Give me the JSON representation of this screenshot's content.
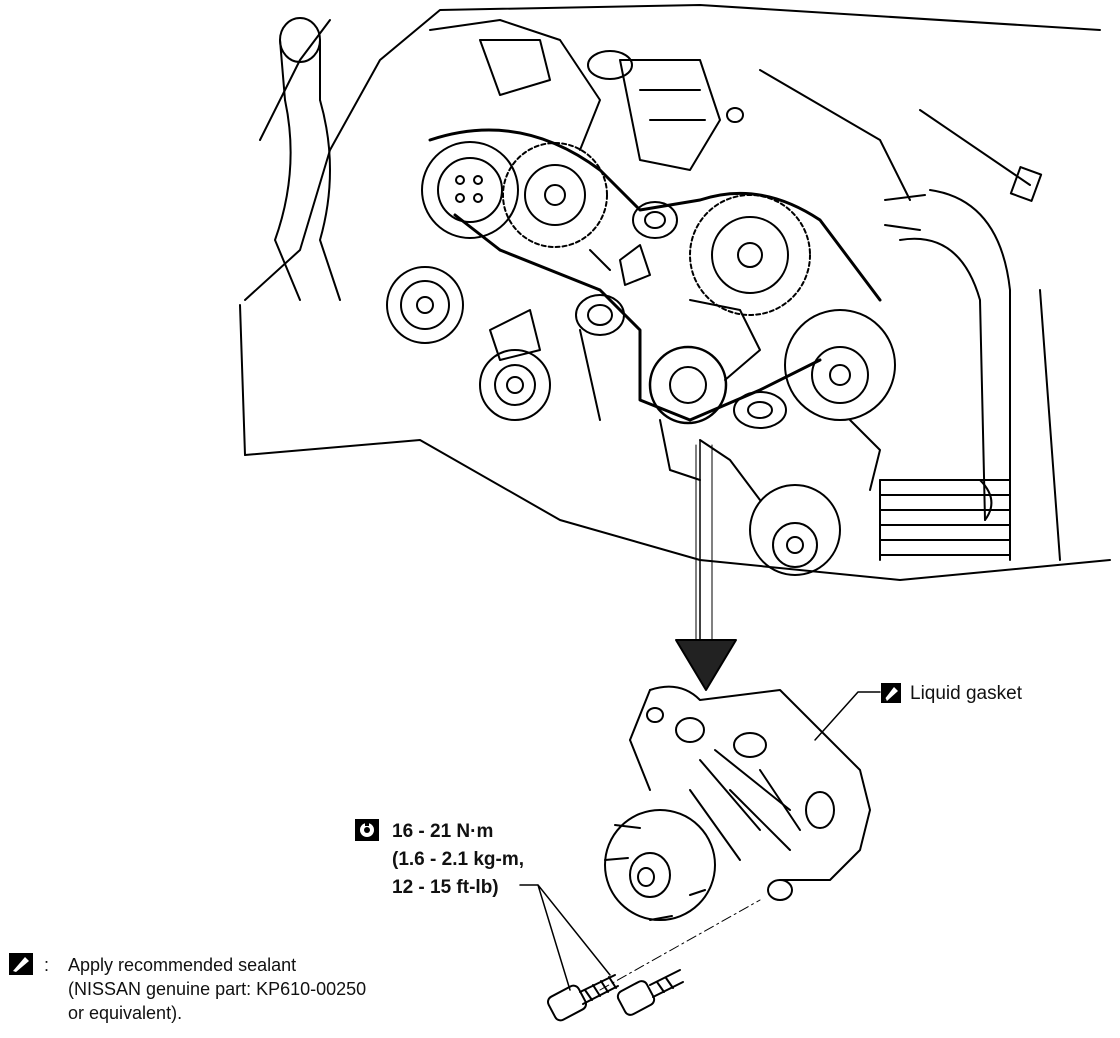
{
  "callouts": {
    "liquid_gasket": "Liquid gasket",
    "torque": {
      "line1": "16 - 21 N·m",
      "line2": "(1.6 - 2.1 kg-m,",
      "line3": "12 - 15 ft-lb)"
    }
  },
  "legend": {
    "separator": ":",
    "line1": "Apply recommended sealant",
    "line2": "(NISSAN genuine part:  KP610-00250",
    "line3": "or equivalent)."
  },
  "icons": {
    "sealant": "sealant-icon",
    "torque": "torque-wrench-icon"
  }
}
